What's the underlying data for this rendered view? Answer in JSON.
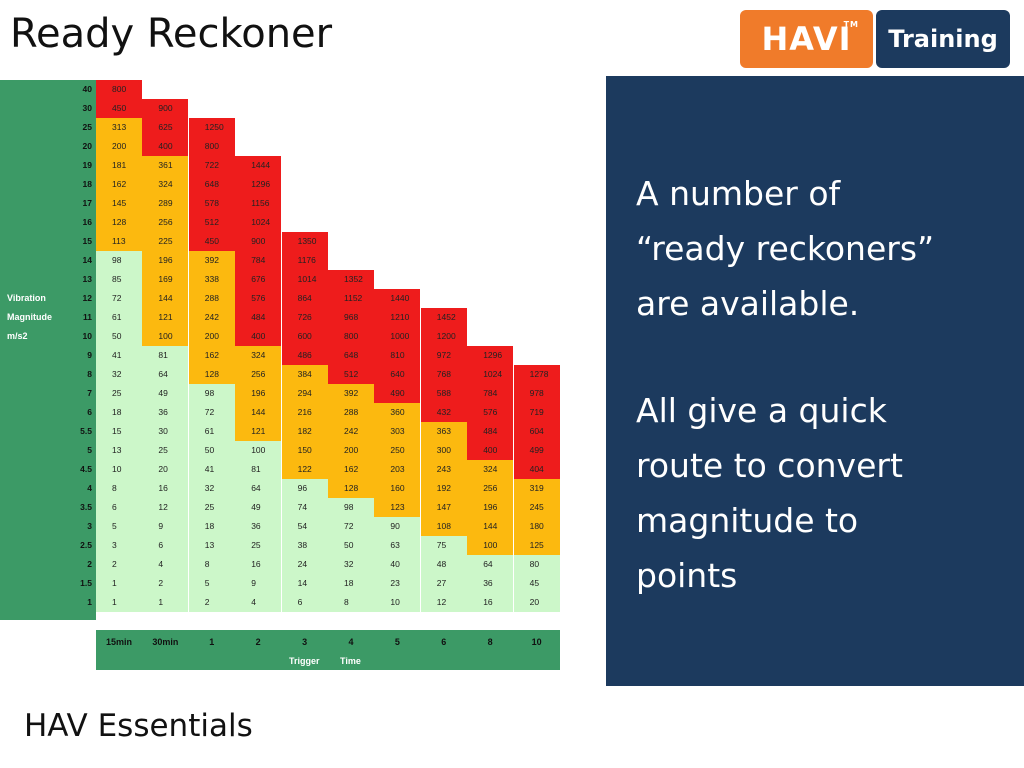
{
  "title": "Ready Reckoner",
  "logo": {
    "brand": "HAVI",
    "trademark": "TM",
    "tag": "Training"
  },
  "side_label": [
    "Vibration",
    "Magnitude",
    "m/s2"
  ],
  "x_axis_title": [
    "Trigger",
    "Time"
  ],
  "colors": {
    "red": "#ee1c1c",
    "amber": "#fcb90f",
    "light_green": "#ccf7c9",
    "green": "#3c9a66",
    "panel": "#1c3a5e",
    "orange": "#f07b2a"
  },
  "chart_data": {
    "type": "table",
    "row_labels": [
      "40",
      "30",
      "25",
      "20",
      "19",
      "18",
      "17",
      "16",
      "15",
      "14",
      "13",
      "12",
      "11",
      "10",
      "9",
      "8",
      "7",
      "6",
      "5.5",
      "5",
      "4.5",
      "4",
      "3.5",
      "3",
      "2.5",
      "2",
      "1.5",
      "1"
    ],
    "column_labels": [
      "15min",
      "30min",
      "1",
      "2",
      "3",
      "4",
      "5",
      "6",
      "8",
      "10"
    ],
    "values": [
      [
        800
      ],
      [
        450,
        900
      ],
      [
        313,
        625,
        1250
      ],
      [
        200,
        400,
        800
      ],
      [
        181,
        361,
        722,
        1444
      ],
      [
        162,
        324,
        648,
        1296
      ],
      [
        145,
        289,
        578,
        1156
      ],
      [
        128,
        256,
        512,
        1024
      ],
      [
        113,
        225,
        450,
        900,
        1350
      ],
      [
        98,
        196,
        392,
        784,
        1176
      ],
      [
        85,
        169,
        338,
        676,
        1014,
        1352
      ],
      [
        72,
        144,
        288,
        576,
        864,
        1152,
        1440
      ],
      [
        61,
        121,
        242,
        484,
        726,
        968,
        1210,
        1452
      ],
      [
        50,
        100,
        200,
        400,
        600,
        800,
        1000,
        1200
      ],
      [
        41,
        81,
        162,
        324,
        486,
        648,
        810,
        972,
        1296
      ],
      [
        32,
        64,
        128,
        256,
        384,
        512,
        640,
        768,
        1024,
        1278
      ],
      [
        25,
        49,
        98,
        196,
        294,
        392,
        490,
        588,
        784,
        978
      ],
      [
        18,
        36,
        72,
        144,
        216,
        288,
        360,
        432,
        576,
        719
      ],
      [
        15,
        30,
        61,
        121,
        182,
        242,
        303,
        363,
        484,
        604
      ],
      [
        13,
        25,
        50,
        100,
        150,
        200,
        250,
        300,
        400,
        499
      ],
      [
        10,
        20,
        41,
        81,
        122,
        162,
        203,
        243,
        324,
        404
      ],
      [
        8,
        16,
        32,
        64,
        96,
        128,
        160,
        192,
        256,
        319
      ],
      [
        6,
        12,
        25,
        49,
        74,
        98,
        123,
        147,
        196,
        245
      ],
      [
        5,
        9,
        18,
        36,
        54,
        72,
        90,
        108,
        144,
        180
      ],
      [
        3,
        6,
        13,
        25,
        38,
        50,
        63,
        75,
        100,
        125
      ],
      [
        2,
        4,
        8,
        16,
        24,
        32,
        40,
        48,
        64,
        80
      ],
      [
        1,
        2,
        5,
        9,
        14,
        18,
        23,
        27,
        36,
        45
      ],
      [
        1,
        1,
        2,
        4,
        6,
        8,
        10,
        12,
        16,
        20
      ]
    ],
    "colors": [
      [
        "r"
      ],
      [
        "r",
        "r"
      ],
      [
        "a",
        "r",
        "r"
      ],
      [
        "a",
        "r",
        "r"
      ],
      [
        "a",
        "a",
        "r",
        "r"
      ],
      [
        "a",
        "a",
        "r",
        "r"
      ],
      [
        "a",
        "a",
        "r",
        "r"
      ],
      [
        "a",
        "a",
        "r",
        "r"
      ],
      [
        "a",
        "a",
        "r",
        "r",
        "r"
      ],
      [
        "g",
        "a",
        "a",
        "r",
        "r"
      ],
      [
        "g",
        "a",
        "a",
        "r",
        "r",
        "r"
      ],
      [
        "g",
        "a",
        "a",
        "r",
        "r",
        "r",
        "r"
      ],
      [
        "g",
        "a",
        "a",
        "r",
        "r",
        "r",
        "r",
        "r"
      ],
      [
        "g",
        "a",
        "a",
        "r",
        "r",
        "r",
        "r",
        "r"
      ],
      [
        "g",
        "g",
        "a",
        "a",
        "r",
        "r",
        "r",
        "r",
        "r"
      ],
      [
        "g",
        "g",
        "a",
        "a",
        "a",
        "r",
        "r",
        "r",
        "r",
        "r"
      ],
      [
        "g",
        "g",
        "g",
        "a",
        "a",
        "a",
        "r",
        "r",
        "r",
        "r"
      ],
      [
        "g",
        "g",
        "g",
        "a",
        "a",
        "a",
        "a",
        "r",
        "r",
        "r"
      ],
      [
        "g",
        "g",
        "g",
        "a",
        "a",
        "a",
        "a",
        "a",
        "r",
        "r"
      ],
      [
        "g",
        "g",
        "g",
        "g",
        "a",
        "a",
        "a",
        "a",
        "r",
        "r"
      ],
      [
        "g",
        "g",
        "g",
        "g",
        "a",
        "a",
        "a",
        "a",
        "a",
        "r"
      ],
      [
        "g",
        "g",
        "g",
        "g",
        "g",
        "a",
        "a",
        "a",
        "a",
        "a"
      ],
      [
        "g",
        "g",
        "g",
        "g",
        "g",
        "g",
        "a",
        "a",
        "a",
        "a"
      ],
      [
        "g",
        "g",
        "g",
        "g",
        "g",
        "g",
        "g",
        "a",
        "a",
        "a"
      ],
      [
        "g",
        "g",
        "g",
        "g",
        "g",
        "g",
        "g",
        "g",
        "a",
        "a"
      ],
      [
        "g",
        "g",
        "g",
        "g",
        "g",
        "g",
        "g",
        "g",
        "g",
        "g"
      ],
      [
        "g",
        "g",
        "g",
        "g",
        "g",
        "g",
        "g",
        "g",
        "g",
        "g"
      ],
      [
        "g",
        "g",
        "g",
        "g",
        "g",
        "g",
        "g",
        "g",
        "g",
        "g"
      ]
    ]
  },
  "panel": {
    "para1": [
      "A number of",
      "“ready reckoners”",
      "are available."
    ],
    "para2": [
      "All give a quick",
      "route to convert",
      "magnitude to",
      "points"
    ]
  },
  "footer": "HAV Essentials"
}
